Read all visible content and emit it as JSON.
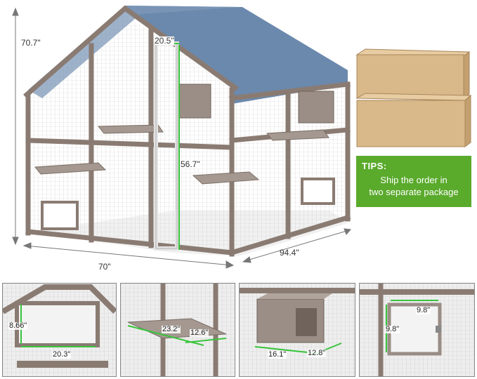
{
  "main": {
    "dimensions": {
      "height": "70.7\"",
      "door_width": "20.5\"",
      "door_height": "56.7\"",
      "width": "70\"",
      "depth": "94.4\""
    },
    "tips": {
      "heading": "TIPS:",
      "line1": "Ship the order in",
      "line2": "two separate package"
    }
  },
  "details": [
    {
      "name": "window",
      "dims": [
        "8.66\"",
        "20.3\""
      ]
    },
    {
      "name": "platform",
      "dims": [
        "23.2\"",
        "12.6\""
      ]
    },
    {
      "name": "condo-box",
      "dims": [
        "16.1\"",
        "12.8\""
      ]
    },
    {
      "name": "door",
      "dims": [
        "9.8\"",
        "9.8\""
      ]
    }
  ],
  "colors": {
    "roof": "#6b89ad",
    "wood": "#8a7b72",
    "box": "#d9b98a",
    "dimension": "#38c43c",
    "tips_bg": "#5aaa2c"
  }
}
